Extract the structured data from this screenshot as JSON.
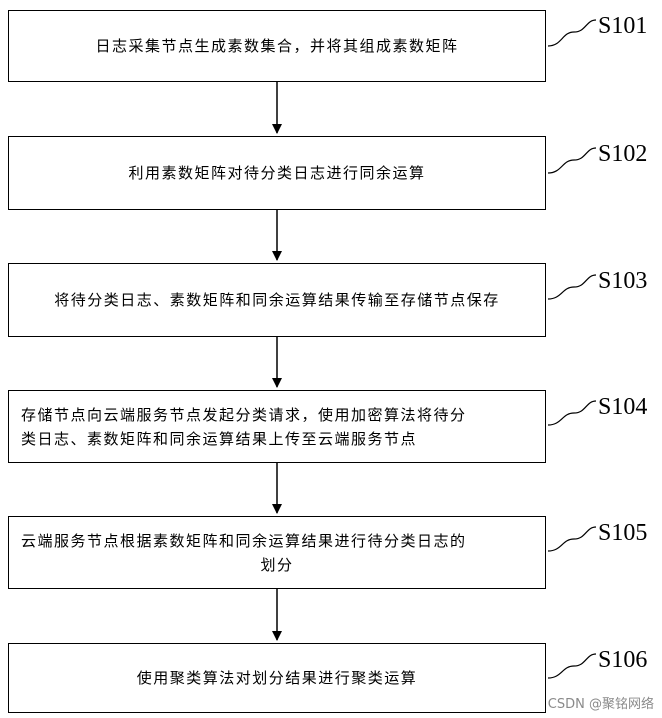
{
  "steps": [
    {
      "id": "S101",
      "text": "日志采集节点生成素数集合，并将其组成素数矩阵"
    },
    {
      "id": "S102",
      "text": "利用素数矩阵对待分类日志进行同余运算"
    },
    {
      "id": "S103",
      "text": "将待分类日志、素数矩阵和同余运算结果传输至存储节点保存"
    },
    {
      "id": "S104",
      "line1": "存储节点向云端服务节点发起分类请求，使用加密算法将待分",
      "line2": "类日志、素数矩阵和同余运算结果上传至云端服务节点"
    },
    {
      "id": "S105",
      "line1": "云端服务节点根据素数矩阵和同余运算结果进行待分类日志的",
      "line2": "划分"
    },
    {
      "id": "S106",
      "text": "使用聚类算法对划分结果进行聚类运算"
    }
  ],
  "watermark": "CSDN @聚铭网络",
  "colors": {
    "line": "#000000",
    "background": "#ffffff",
    "watermark": "#8a8a8a"
  }
}
